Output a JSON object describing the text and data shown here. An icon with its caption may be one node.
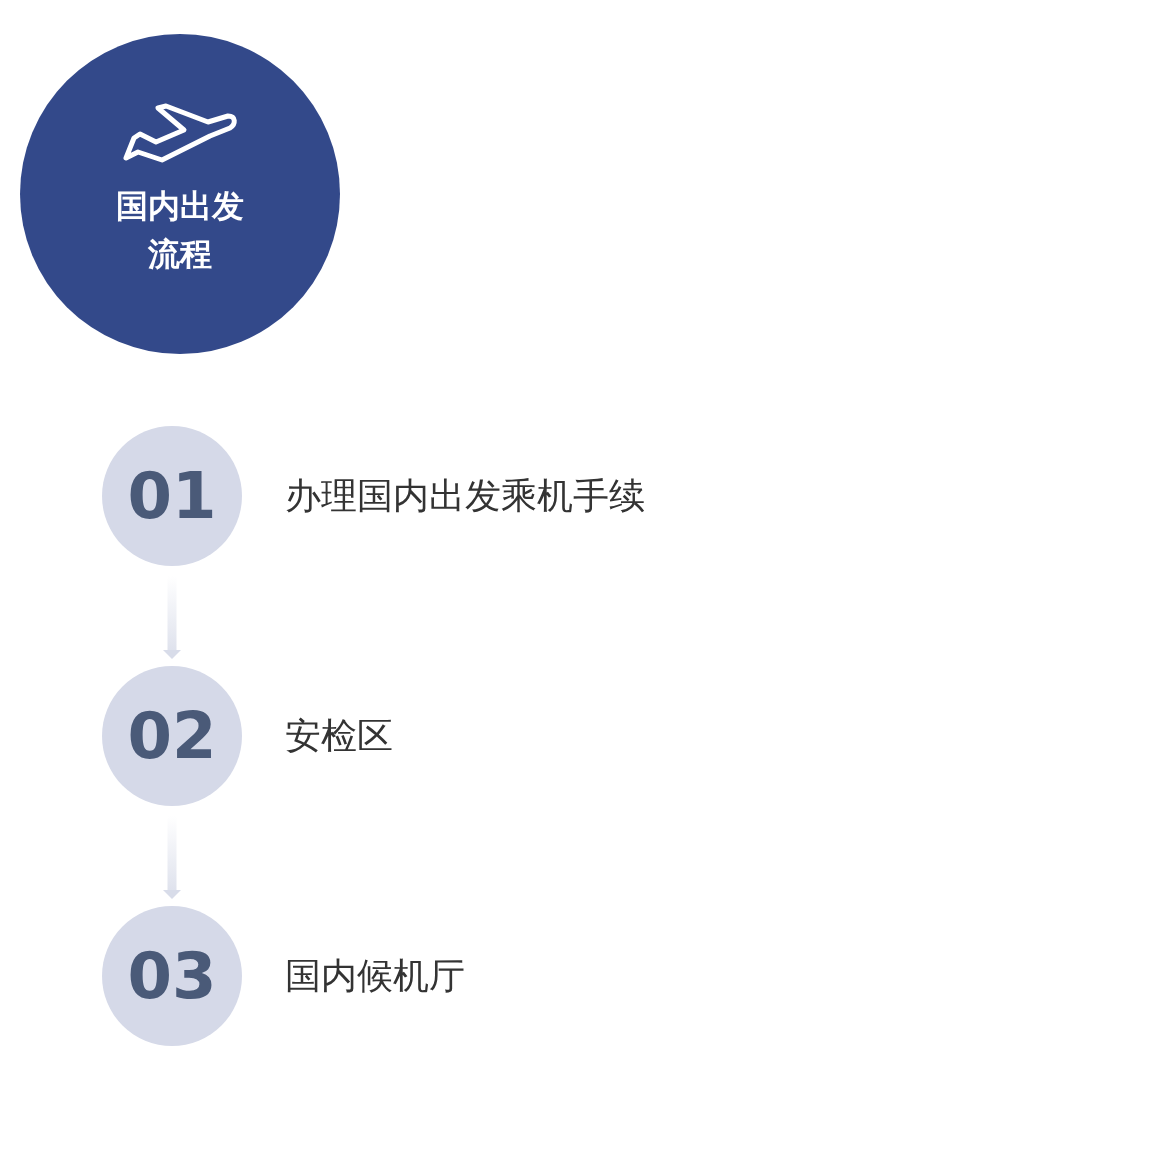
{
  "diagram": {
    "nodes": [
      {
        "text": [
          "国内出发流程"
        ]
      },
      {
        "text": [
          "01"
        ],
        "beside": [
          "办理国内出发乘机手续"
        ]
      },
      {
        "text": [
          "02"
        ],
        "beside": [
          "安检区"
        ]
      },
      {
        "text": [
          "03"
        ],
        "beside": [
          "国内候机厅"
        ]
      }
    ],
    "edges": [
      {
        "from": 1,
        "to": 2,
        "arrow": "to"
      },
      {
        "from": 2,
        "to": 3,
        "arrow": "to"
      }
    ]
  }
}
